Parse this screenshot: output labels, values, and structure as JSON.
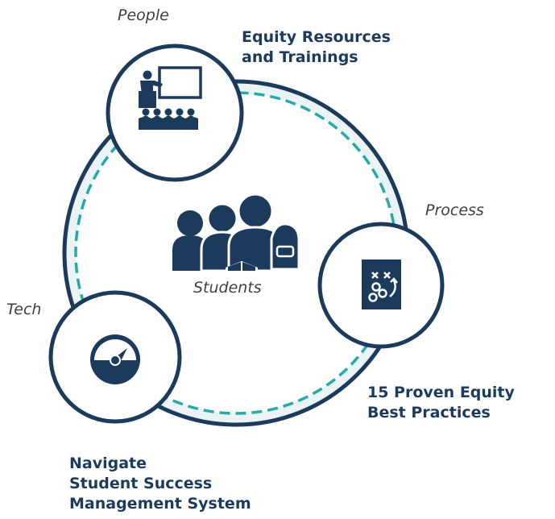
{
  "center": {
    "label": "Students"
  },
  "nodes": [
    {
      "id": "people",
      "category": "People",
      "title_lines": [
        "Equity Resources",
        "and Trainings"
      ],
      "icon": "classroom-presentation-icon"
    },
    {
      "id": "process",
      "category": "Process",
      "title_lines": [
        "15 Proven Equity",
        "Best Practices"
      ],
      "icon": "playbook-strategy-icon"
    },
    {
      "id": "tech",
      "category": "Tech",
      "title_lines": [
        "Navigate",
        "Student Success",
        "Management System"
      ],
      "icon": "dashboard-gauge-icon"
    }
  ],
  "colors": {
    "navy": "#1b3a5c",
    "ring_fill": "#eaf4f5",
    "ring_dash": "#29a8a8",
    "label_gray": "#404040"
  }
}
